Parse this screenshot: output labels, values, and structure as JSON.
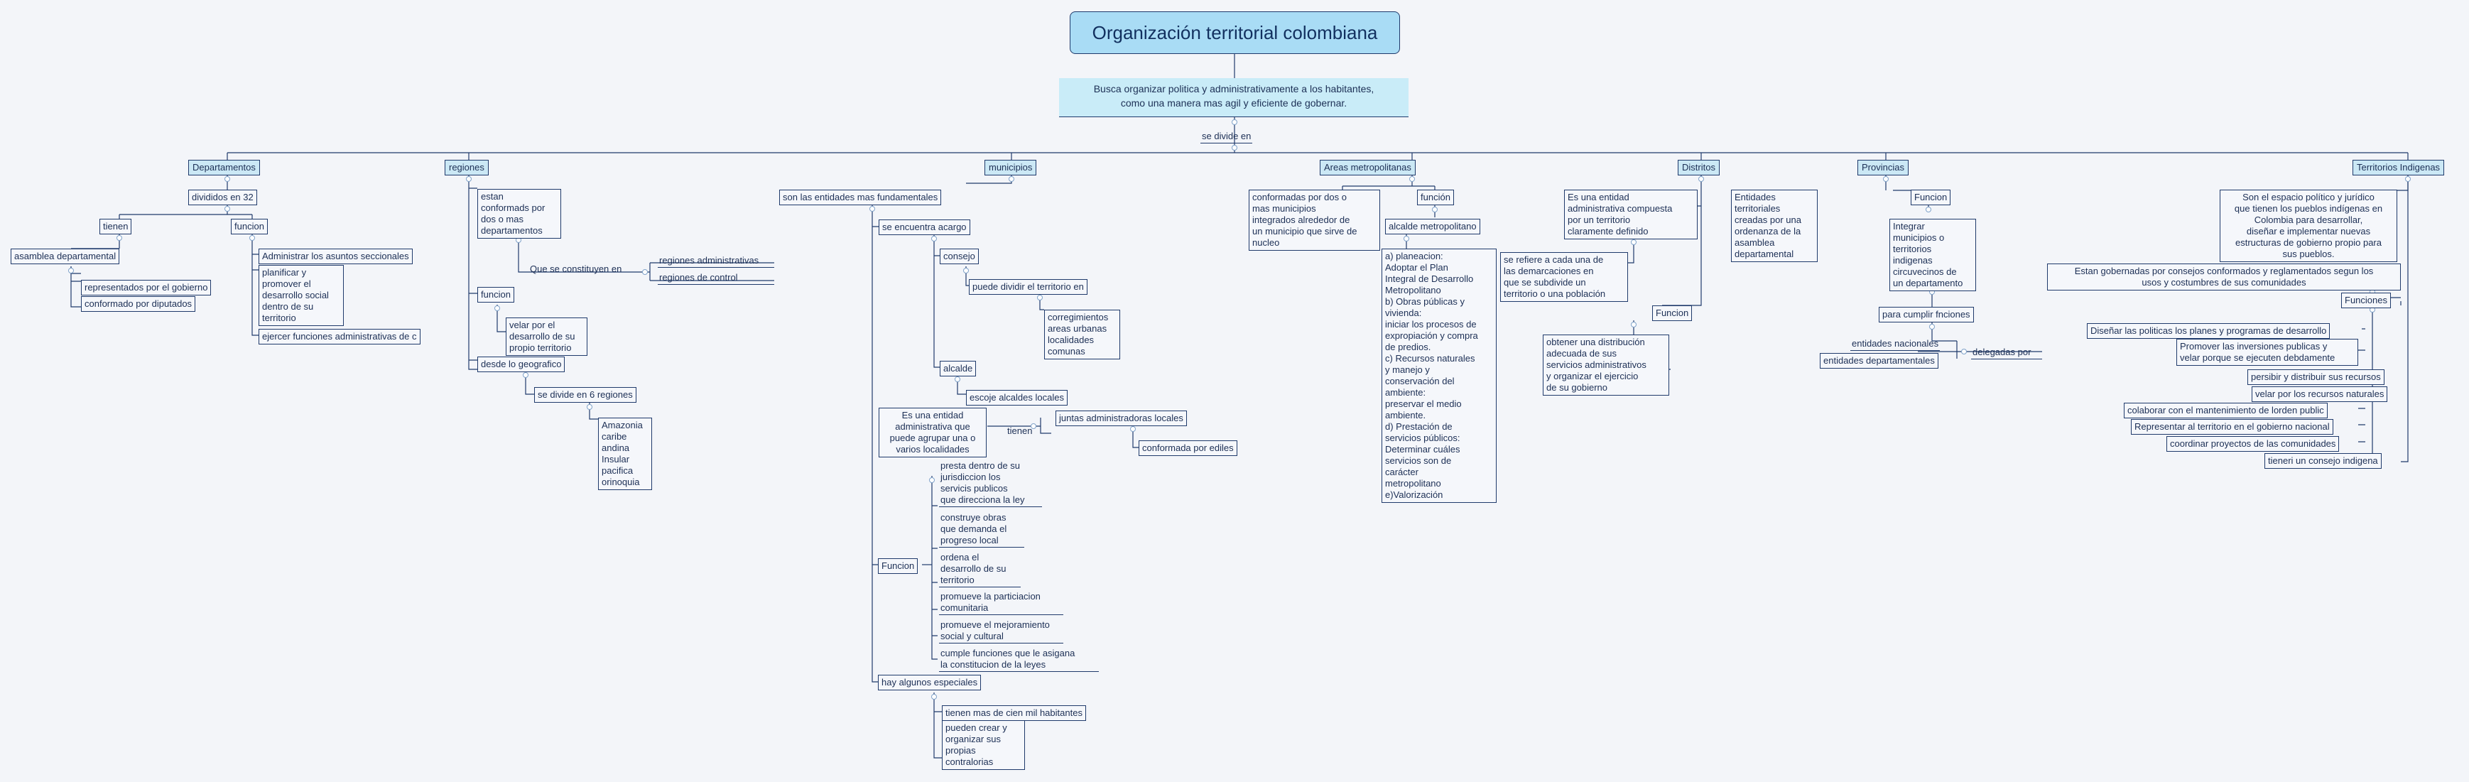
{
  "title": "Organización territorial colombiana",
  "summary": "Busca organizar politica y administrativamente a los habitantes,\ncomo una manera mas agil y eficiente de gobernar.",
  "se_divide": "se divide en",
  "departamentos": {
    "label": "Departamentos",
    "divididos": "divididos en 32",
    "tienen": "tienen",
    "asamblea": "asamblea departamental",
    "representados": "representados por el gobierno",
    "conformado": "conformado por diputados",
    "funcion": "funcion",
    "f1": "Administrar los asuntos seccionales",
    "f2": "planificar y\npromover el\ndesarrollo social\ndentro de su\nterritorio",
    "f3": "ejercer funciones administrativas de c"
  },
  "regiones": {
    "label": "regiones",
    "estan": "estan\nconformads por\ndos o mas\ndepartamentos",
    "constituyen": "Que se constituyen en",
    "admin": "regiones administrativas",
    "control": "regiones de control",
    "funcion": "funcion",
    "velar": "velar por el\ndesarrollo de su\npropio territorio",
    "geografico": "desde lo geografico",
    "seis": "se divide en 6 regiones",
    "lista": "Amazonia\ncaribe\nandina\nInsular\npacifica\norinoquia"
  },
  "municipios": {
    "label": "municipios",
    "fundamentales": "son las entidades mas fundamentales",
    "acargo": "se encuentra  acargo",
    "consejo": "consejo",
    "puede_dividir": "puede dividir el territorio en",
    "corregimientos": "corregimientos\nareas urbanas\nlocalidades\ncomunas",
    "alcalde": "alcalde",
    "escoje": "escoje alcaldes locales",
    "entidad": "Es una entidad\nadministrativa que\npuede agrupar una o\nvarios localidades",
    "tienen": "tienen",
    "juntas": "juntas administradoras locales",
    "conformada": "conformada por ediles",
    "funcion": "Funcion",
    "fn1": "presta dentro de su\njurisdiccion los\nservicis publicos\nque direcciona la ley",
    "fn2": "construye obras\nque demanda el\nprogreso local",
    "fn3": "ordena el\ndesarrollo de su\nterritorio",
    "fn4": "promueve la particiacion\ncomunitaria",
    "fn5": "promueve el mejoramiento\nsocial y cultural",
    "fn6": "cumple funciones que le asigana\nla constitucion de la leyes",
    "especiales": "hay algunos especiales",
    "cien_mil": "tienen mas de cien mil habitantes",
    "contralorias": "pueden crear y\norganizar  sus\npropias\ncontralorias"
  },
  "areas": {
    "label": "Areas metropolitanas",
    "conformadas": "conformadas por dos o\nmas municipios\nintegrados alrededor de\nun municipio que sirve de\nnucleo",
    "funcion": "función",
    "alcalde": "alcalde metropolitano",
    "detalle": "a) planeacion:\nAdoptar el Plan\nIntegral de Desarrollo\nMetropolitano\nb) Obras públicas y\nvivienda:\niniciar los procesos de\nexpropiación y compra\nde predios.\nc) Recursos naturales\ny manejo y\nconservación del\nambiente:\npreservar el medio\nambiente.\nd) Prestación de\nservicios públicos:\nDeterminar cuáles\nservicios son de\ncarácter\nmetropolitano\ne)Valorización"
  },
  "distritos": {
    "label": "Distritos",
    "entidad": "Es una entidad\nadministrativa compuesta\npor un territorio\nclaramente definido",
    "refiere": "se refiere a cada una de\nlas demarcaciones en\nque se subdivide un\nterritorio o una población",
    "funcion": "Funcion",
    "obtener": "obtener una distribución\nadecuada de sus\nservicios administrativos\ny organizar el ejercicio\nde su gobierno"
  },
  "provincias": {
    "label": "Provincias",
    "entidades": "Entidades\nterritoriales\ncreadas por una\nordenanza de la\nasamblea\ndepartamental",
    "funcion": "Funcion",
    "integrar": "Integrar\nmunicipios o\nterritorios\nindigenas\ncircuvecinos de\nun departamento",
    "cumplir": "para cumplir fnciones",
    "nacionales": "entidades nacionales",
    "departamentales": "entidades departamentales",
    "delegadas": "delegadas por"
  },
  "indigenas": {
    "label": "Territorios Indigenas",
    "espacio": "Son el espacio político y jurídico\nque tienen los pueblos indígenas en\nColombia para desarrollar,\ndiseñar e implementar nuevas\nestructuras de gobierno propio para\nsus pueblos.",
    "gobernadas": "Estan gobernadas por consejos conformados y reglamentados segun los\nusos y costumbres de sus comunidades",
    "funciones": "Funciones",
    "fi1": "Diseñar las politicas los planes y programas de desarrollo",
    "fi2": "Promover las inversiones publicas y\nvelar porque se ejecuten debdamente",
    "fi3": "persibir y distribuir sus recursos",
    "fi4": "velar por los recursos naturales",
    "fi5": "colaborar con el mantenimiento de lorden public",
    "fi6": "Representar al territorio en el gobierno nacional",
    "fi7": "coordinar proyectos de las comunidades",
    "consejo": "tieneri un consejo indigena"
  }
}
